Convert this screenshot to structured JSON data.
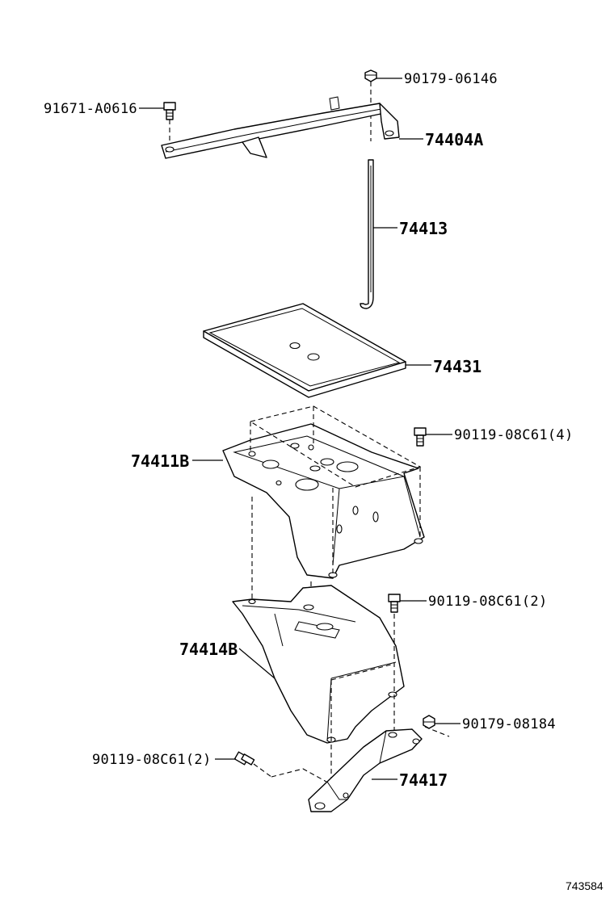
{
  "labels": {
    "p1": "90179-06146",
    "p2": "91671-A0616",
    "p3": "74404A",
    "p4": "74413",
    "p5": "74431",
    "p6": "90119-08C61(4)",
    "p7": "74411B",
    "p8": "90119-08C61(2)",
    "p9": "74414B",
    "p10": "90179-08184",
    "p11": "90119-08C61(2)",
    "p12": "74417"
  },
  "diagram_id": "743584"
}
